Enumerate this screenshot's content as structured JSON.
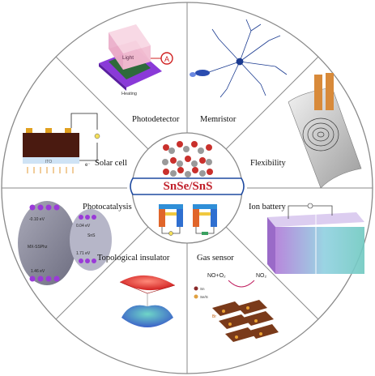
{
  "center": {
    "title": "SnSe/SnS"
  },
  "sectors": [
    {
      "label": "Photodetector"
    },
    {
      "label": "Memristor"
    },
    {
      "label": "Solar cell"
    },
    {
      "label": "Flexibility"
    },
    {
      "label": "Photocatalysis"
    },
    {
      "label": "Ion battery"
    },
    {
      "label": "Topological insulator"
    },
    {
      "label": "Gas sensor"
    }
  ],
  "insets": {
    "photodetector": {
      "light": "Light",
      "heating": "Heating"
    },
    "solar_cell": {
      "layer": "ITO",
      "electron": "e⁻"
    },
    "photocatalysis": {
      "left_top": "-0.10 eV",
      "left_mid": "MX-SSPhz",
      "left_bot": "1.46 eV",
      "right_top": "0.04 eV",
      "right_mid": "SnS",
      "right_bot": "1.71 eV"
    },
    "gas_sensor": {
      "gas": "NO+O₂",
      "product": "NO₂",
      "legend_sn": "Sn",
      "legend_s": "Se/S",
      "dopant": "Br"
    }
  },
  "colors": {
    "title": "#c0202a",
    "outline": "#8a8a8a",
    "center_bar": "#1f4aa0"
  }
}
